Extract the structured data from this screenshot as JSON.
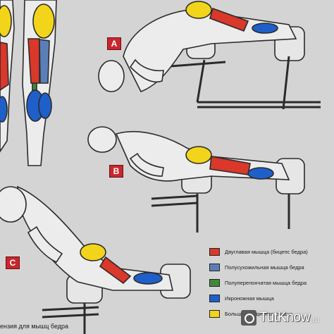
{
  "steps": {
    "a": "A",
    "b": "B",
    "c": "C"
  },
  "legend": [
    {
      "label": "Двуглавая мышца (бицепс бедра)",
      "color": "#d9382a"
    },
    {
      "label": "Полусухожильная мышца бедра",
      "color": "#5a7fb8"
    },
    {
      "label": "Полуперепончатая мышца бедра",
      "color": "#3f8a3a"
    },
    {
      "label": "Икроножная мышца",
      "color": "#1f5fc9"
    },
    {
      "label": "Большая ягодичная мышца",
      "color": "#f2d51a"
    }
  ],
  "caption": "ензия для мышц бедра",
  "logo": {
    "name": "TutKnow",
    "domain": ".ru"
  },
  "colors": {
    "background": "#d4d4d4",
    "skin": "#ececec",
    "outline": "#2b2b2b",
    "bench": "#e6e6e6",
    "badge": "#c8272d"
  }
}
